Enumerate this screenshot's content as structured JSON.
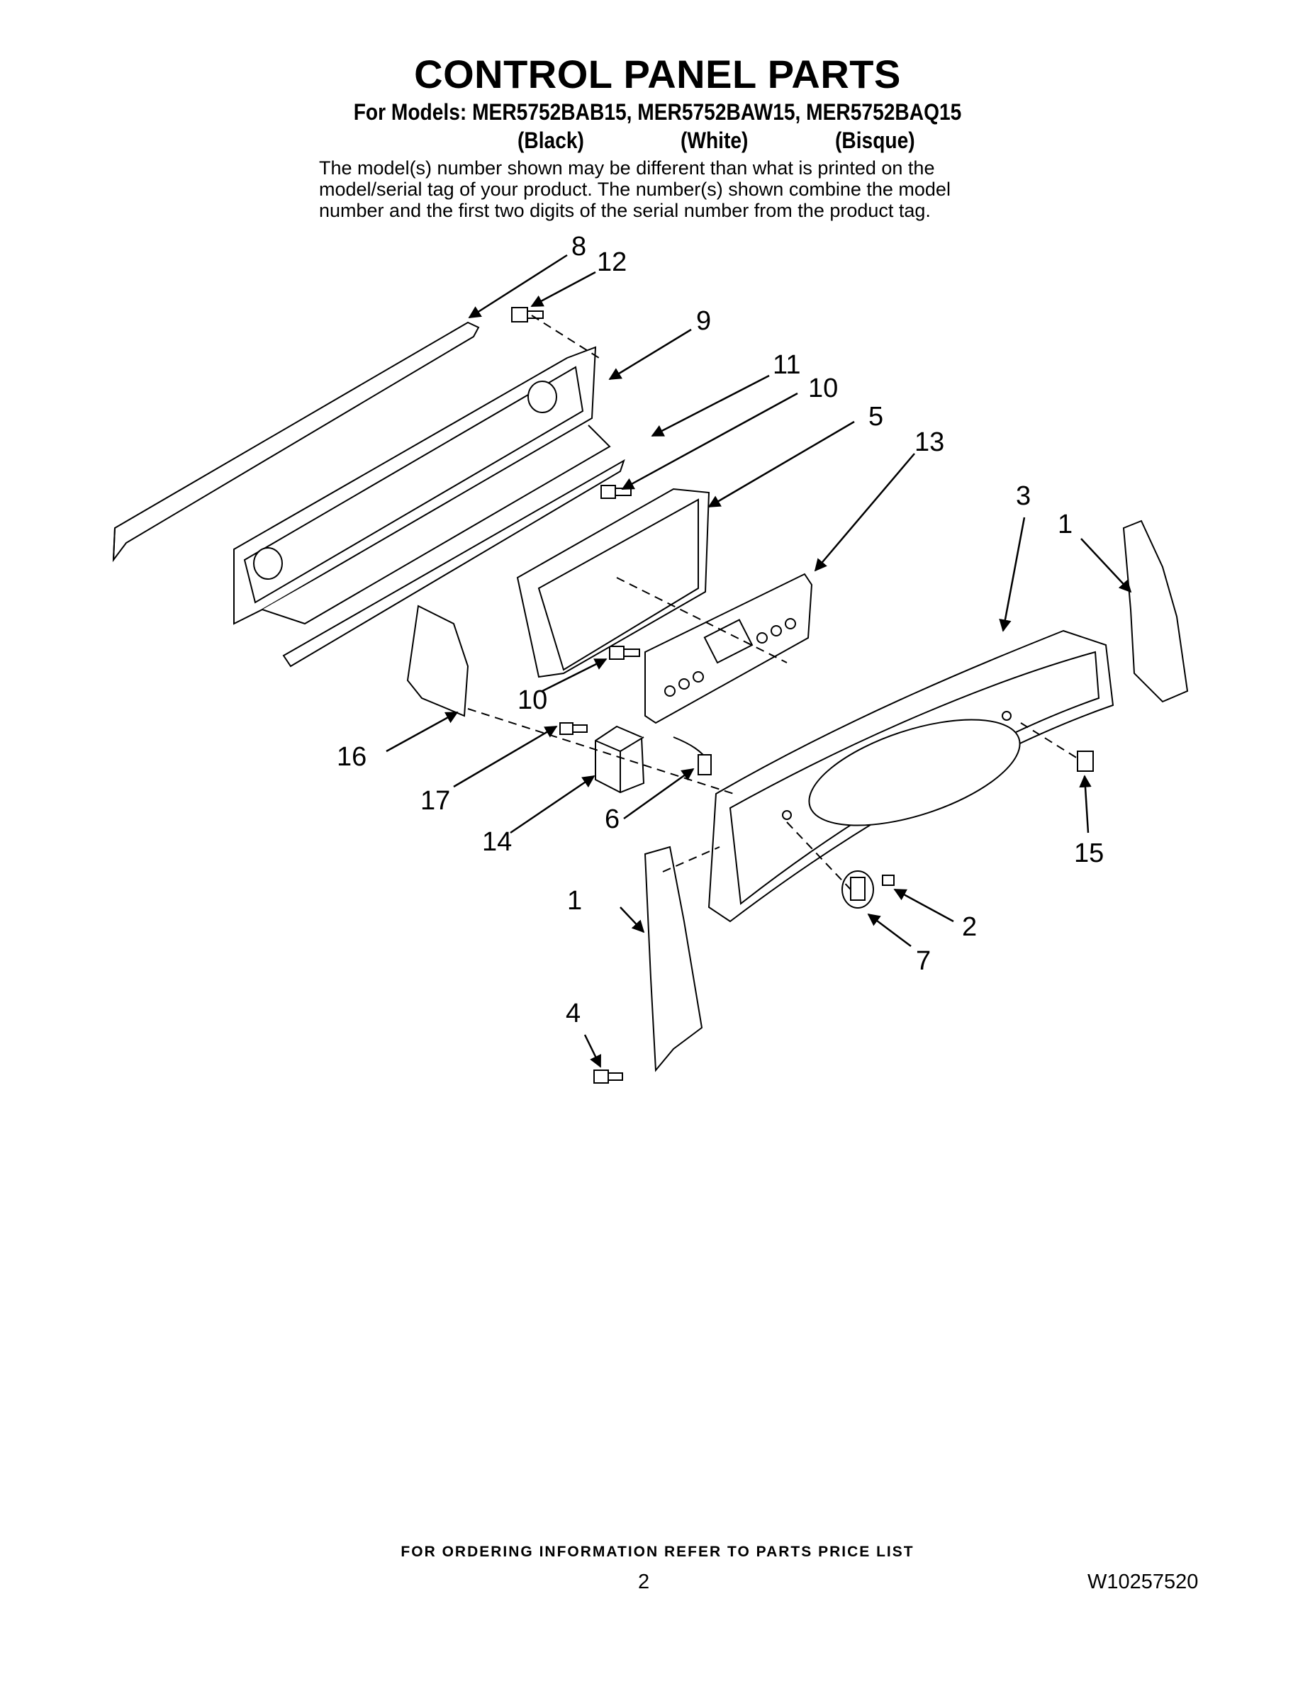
{
  "header": {
    "title": "CONTROL PANEL PARTS",
    "models_line": "For Models: MER5752BAB15, MER5752BAW15, MER5752BAQ15",
    "colors": [
      "(Black)",
      "(White)",
      "(Bisque)"
    ],
    "disclaimer_lines": [
      "The model(s) number shown may be different than what is printed on the",
      "model/serial tag of your product. The number(s) shown combine the model",
      "number and the first two digits of the serial number from the product tag."
    ]
  },
  "callouts": [
    "8",
    "12",
    "9",
    "11",
    "10",
    "5",
    "13",
    "3",
    "1",
    "16",
    "10",
    "17",
    "14",
    "6",
    "15",
    "1",
    "2",
    "7",
    "4"
  ],
  "footer": {
    "ordering_note": "FOR ORDERING INFORMATION REFER TO PARTS PRICE LIST",
    "page_number": "2",
    "document_id": "W10257520"
  }
}
